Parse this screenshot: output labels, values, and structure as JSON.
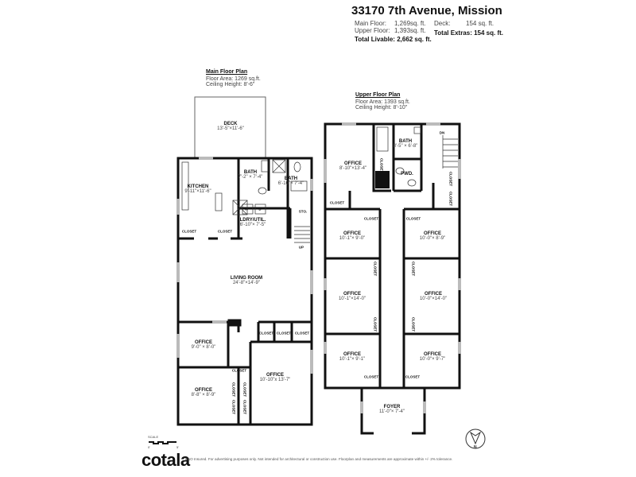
{
  "header": {
    "address": "33170 7th Avenue, Mission",
    "main_floor_label": "Main Floor:",
    "main_floor_value": "1,269sq. ft.",
    "upper_floor_label": "Upper Floor:",
    "upper_floor_value": "1,393sq. ft.",
    "total_livable": "Total Livable: 2,662 sq. ft.",
    "deck_label": "Deck:",
    "deck_value": "154 sq. ft.",
    "total_extras": "Total Extras: 154 sq. ft."
  },
  "main_floor": {
    "heading": "Main Floor Plan",
    "area": "Floor Area: 1269 sq.ft.",
    "ceiling": "Ceiling Height: 8'-6\"",
    "rooms": [
      {
        "name": "DECK",
        "dims": "13'-5\"×11'-6\""
      },
      {
        "name": "KITCHEN",
        "dims": "9'-11\"×11'-6\""
      },
      {
        "name": "BATH",
        "dims": "7'-2\" × 7'-4\""
      },
      {
        "name": "BATH",
        "dims": "6'-10\"× 7'-4\""
      },
      {
        "name": "LDRY/UTIL.",
        "dims": "6'-10\"× 7'-5\""
      },
      {
        "name": "LIVING ROOM",
        "dims": "24'-8\"×14'-9\""
      },
      {
        "name": "OFFICE",
        "dims": "9'-0\" × 8'-0\""
      },
      {
        "name": "OFFICE",
        "dims": "8'-8\" × 8'-9\""
      },
      {
        "name": "OFFICE",
        "dims": "10'-10\"x 13'-7\""
      }
    ],
    "labels": {
      "sto": "STO.",
      "closet": "CLOSET",
      "up": "UP",
      "washer": "W",
      "dryer": "D"
    }
  },
  "upper_floor": {
    "heading": "Upper Floor Plan",
    "area": "Floor Area: 1393 sq.ft.",
    "ceiling": "Ceiling Height: 8'-10\"",
    "rooms": [
      {
        "name": "OFFICE",
        "dims": "8'-10\"×13'-4\""
      },
      {
        "name": "BATH",
        "dims": "8'-5\" × 6'-8\""
      },
      {
        "name": "PWD.",
        "dims": ""
      },
      {
        "name": "OFFICE",
        "dims": "10'-1\"× 9'-0\""
      },
      {
        "name": "OFFICE",
        "dims": "10'-0\"× 8'-9\""
      },
      {
        "name": "OFFICE",
        "dims": "10'-1\"×14'-0\""
      },
      {
        "name": "OFFICE",
        "dims": "10'-0\"×14'-0\""
      },
      {
        "name": "OFFICE",
        "dims": "10'-1\"× 9'-1\""
      },
      {
        "name": "OFFICE",
        "dims": "10'-0\"× 9'-7\""
      },
      {
        "name": "FOYER",
        "dims": "11'-0\"× 7'-4\""
      }
    ],
    "labels": {
      "closet": "CLOSET",
      "dn": "DN"
    }
  },
  "footer": {
    "scale_label": "SCALE",
    "scale_start": "0'",
    "scale_end": "5'",
    "compass": "N",
    "logo": "cotala",
    "disclaimer": "E&O Insured. For advertising purposes only. Not intended for architectural or construction use. Floorplan and measurements are approximate within +/- 2% tolerance."
  }
}
